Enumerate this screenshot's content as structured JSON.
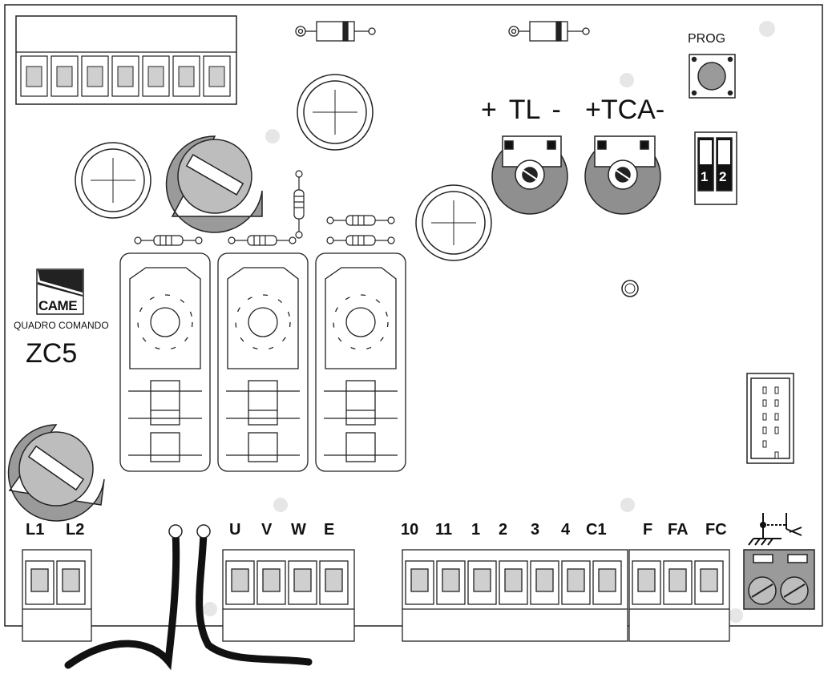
{
  "brand": {
    "logo_text": "CAME",
    "subtitle": "QUADRO COMANDO",
    "model": "ZC5"
  },
  "prog_button": {
    "label": "PROG"
  },
  "trimmers": {
    "tl": "+ TL -",
    "tca": "+TCA-"
  },
  "dip_switch": {
    "positions": [
      "1",
      "2"
    ]
  },
  "terminals": {
    "power": [
      "L1",
      "L2"
    ],
    "motor": [
      "U",
      "V",
      "W",
      "E"
    ],
    "control": [
      "10",
      "11",
      "1",
      "2",
      "3",
      "4",
      "C1"
    ],
    "limit": [
      "F",
      "FA",
      "FC"
    ]
  },
  "icons": {
    "antenna": "antenna-ground-icon"
  }
}
